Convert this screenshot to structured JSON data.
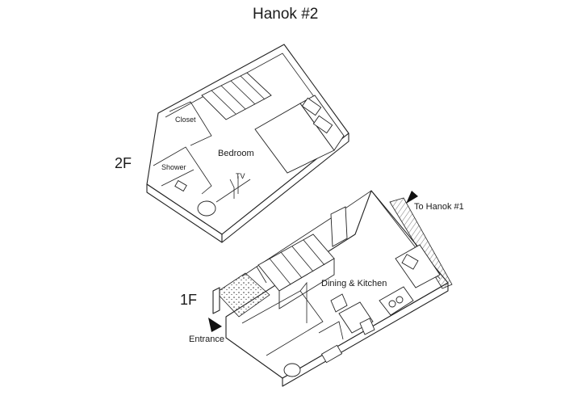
{
  "title": "Hanok #2",
  "floors": {
    "upper": {
      "label": "2F"
    },
    "lower": {
      "label": "1F"
    }
  },
  "rooms": {
    "closet": "Closet",
    "bedroom": "Bedroom",
    "shower": "Shower",
    "tv": "TV",
    "dining_kitchen": "Dining & Kitchen"
  },
  "markers": {
    "to_hanok_1": "To Hanok #1",
    "entrance": "Entrance"
  }
}
